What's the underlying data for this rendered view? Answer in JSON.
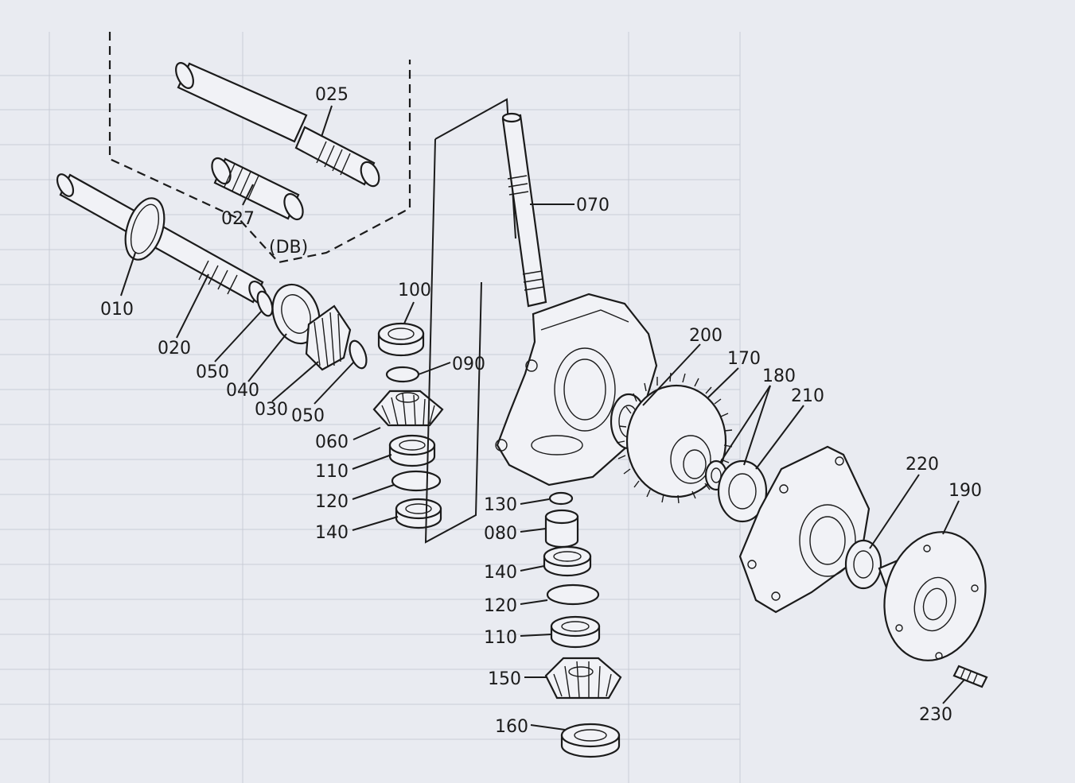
{
  "callouts": [
    {
      "id": "025",
      "text": "025"
    },
    {
      "id": "027",
      "text": "027"
    },
    {
      "id": "db",
      "text": "(DB)"
    },
    {
      "id": "010",
      "text": "010"
    },
    {
      "id": "020",
      "text": "020"
    },
    {
      "id": "050a",
      "text": "050"
    },
    {
      "id": "040",
      "text": "040"
    },
    {
      "id": "030",
      "text": "030"
    },
    {
      "id": "050b",
      "text": "050"
    },
    {
      "id": "100",
      "text": "100"
    },
    {
      "id": "090",
      "text": "090"
    },
    {
      "id": "060",
      "text": "060"
    },
    {
      "id": "110a",
      "text": "110"
    },
    {
      "id": "120a",
      "text": "120"
    },
    {
      "id": "140a",
      "text": "140"
    },
    {
      "id": "070",
      "text": "070"
    },
    {
      "id": "130",
      "text": "130"
    },
    {
      "id": "080",
      "text": "080"
    },
    {
      "id": "140b",
      "text": "140"
    },
    {
      "id": "120b",
      "text": "120"
    },
    {
      "id": "110b",
      "text": "110"
    },
    {
      "id": "150",
      "text": "150"
    },
    {
      "id": "160",
      "text": "160"
    },
    {
      "id": "200",
      "text": "200"
    },
    {
      "id": "170",
      "text": "170"
    },
    {
      "id": "180",
      "text": "180"
    },
    {
      "id": "210",
      "text": "210"
    },
    {
      "id": "220",
      "text": "220"
    },
    {
      "id": "190",
      "text": "190"
    },
    {
      "id": "230",
      "text": "230"
    }
  ]
}
